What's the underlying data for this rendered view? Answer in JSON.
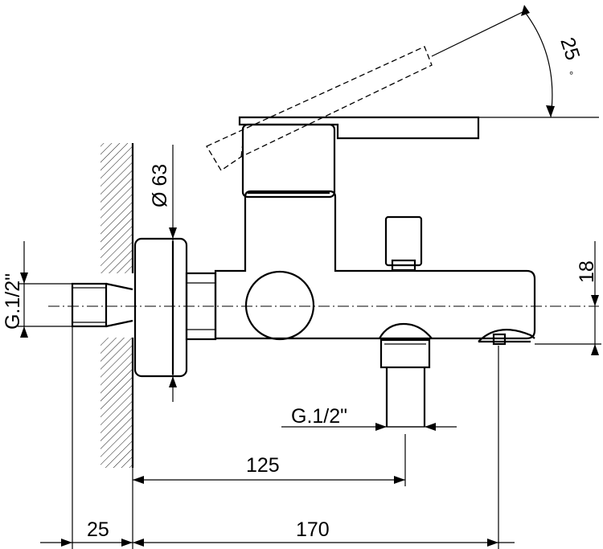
{
  "dimensions": {
    "angle": "25",
    "angle_unit": "°",
    "diameter": "Ø 63",
    "thread_left": "G.1/2\"",
    "thread_bottom": "G.1/2\"",
    "height_18": "18",
    "length_125": "125",
    "length_25": "25",
    "length_170": "170"
  }
}
